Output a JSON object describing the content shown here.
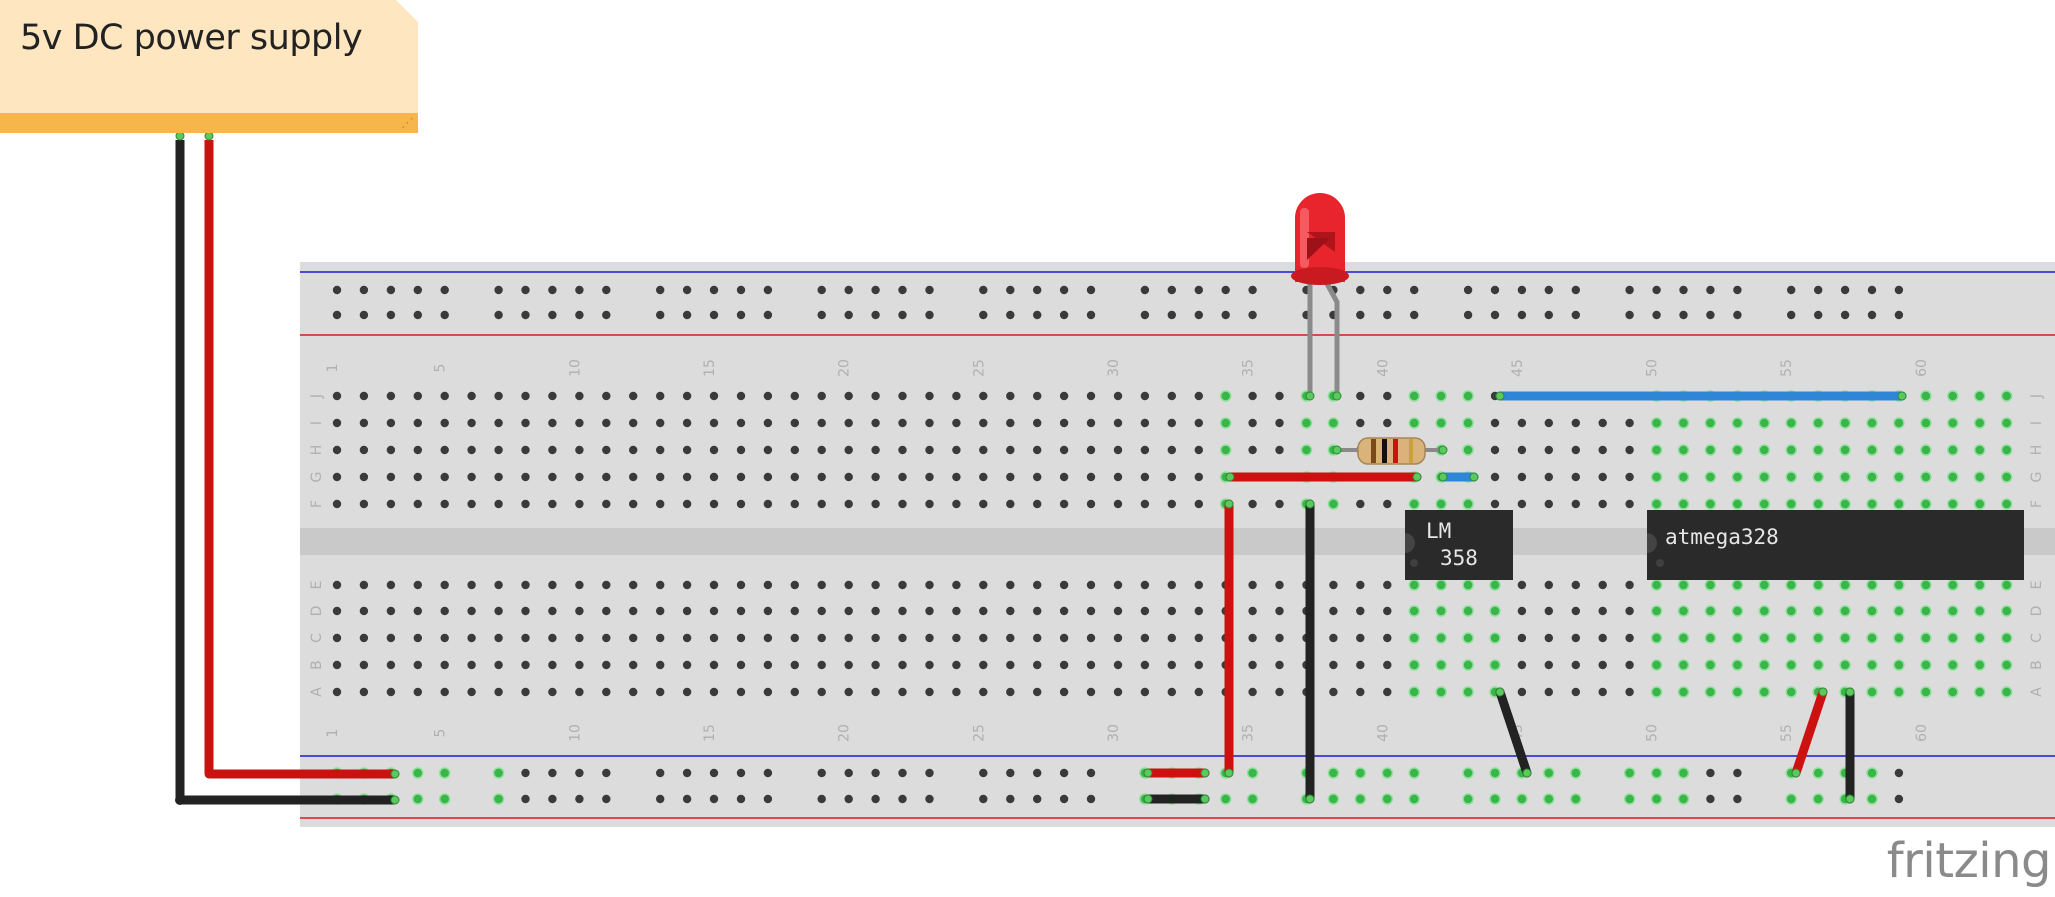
{
  "note": {
    "text": "5v DC power supply",
    "resize_glyph": "⋰"
  },
  "breadboard": {
    "column_numbers": [
      "1",
      "5",
      "10",
      "15",
      "20",
      "25",
      "30",
      "35",
      "40",
      "45",
      "50",
      "55",
      "60"
    ],
    "top_row_letters": [
      "J",
      "I",
      "H",
      "G",
      "F"
    ],
    "bottom_row_letters": [
      "E",
      "D",
      "C",
      "B",
      "A"
    ]
  },
  "chips": {
    "lm358": {
      "line1": "LM",
      "line2": "358"
    },
    "atmega": {
      "label": "atmega328"
    }
  },
  "logo": {
    "text": "fritzing"
  },
  "colors": {
    "board": "#dcdcdc",
    "channel": "#c9c9c9",
    "hole": "#3a3a3a",
    "hole_active": "#39b54a",
    "rail_blue": "#1b1bd6",
    "rail_red": "#d61b1b",
    "wire_red": "#cc1111",
    "wire_black": "#222222",
    "wire_blue": "#2f86d6",
    "chip": "#2a2a2a",
    "led": "#e8242c"
  }
}
